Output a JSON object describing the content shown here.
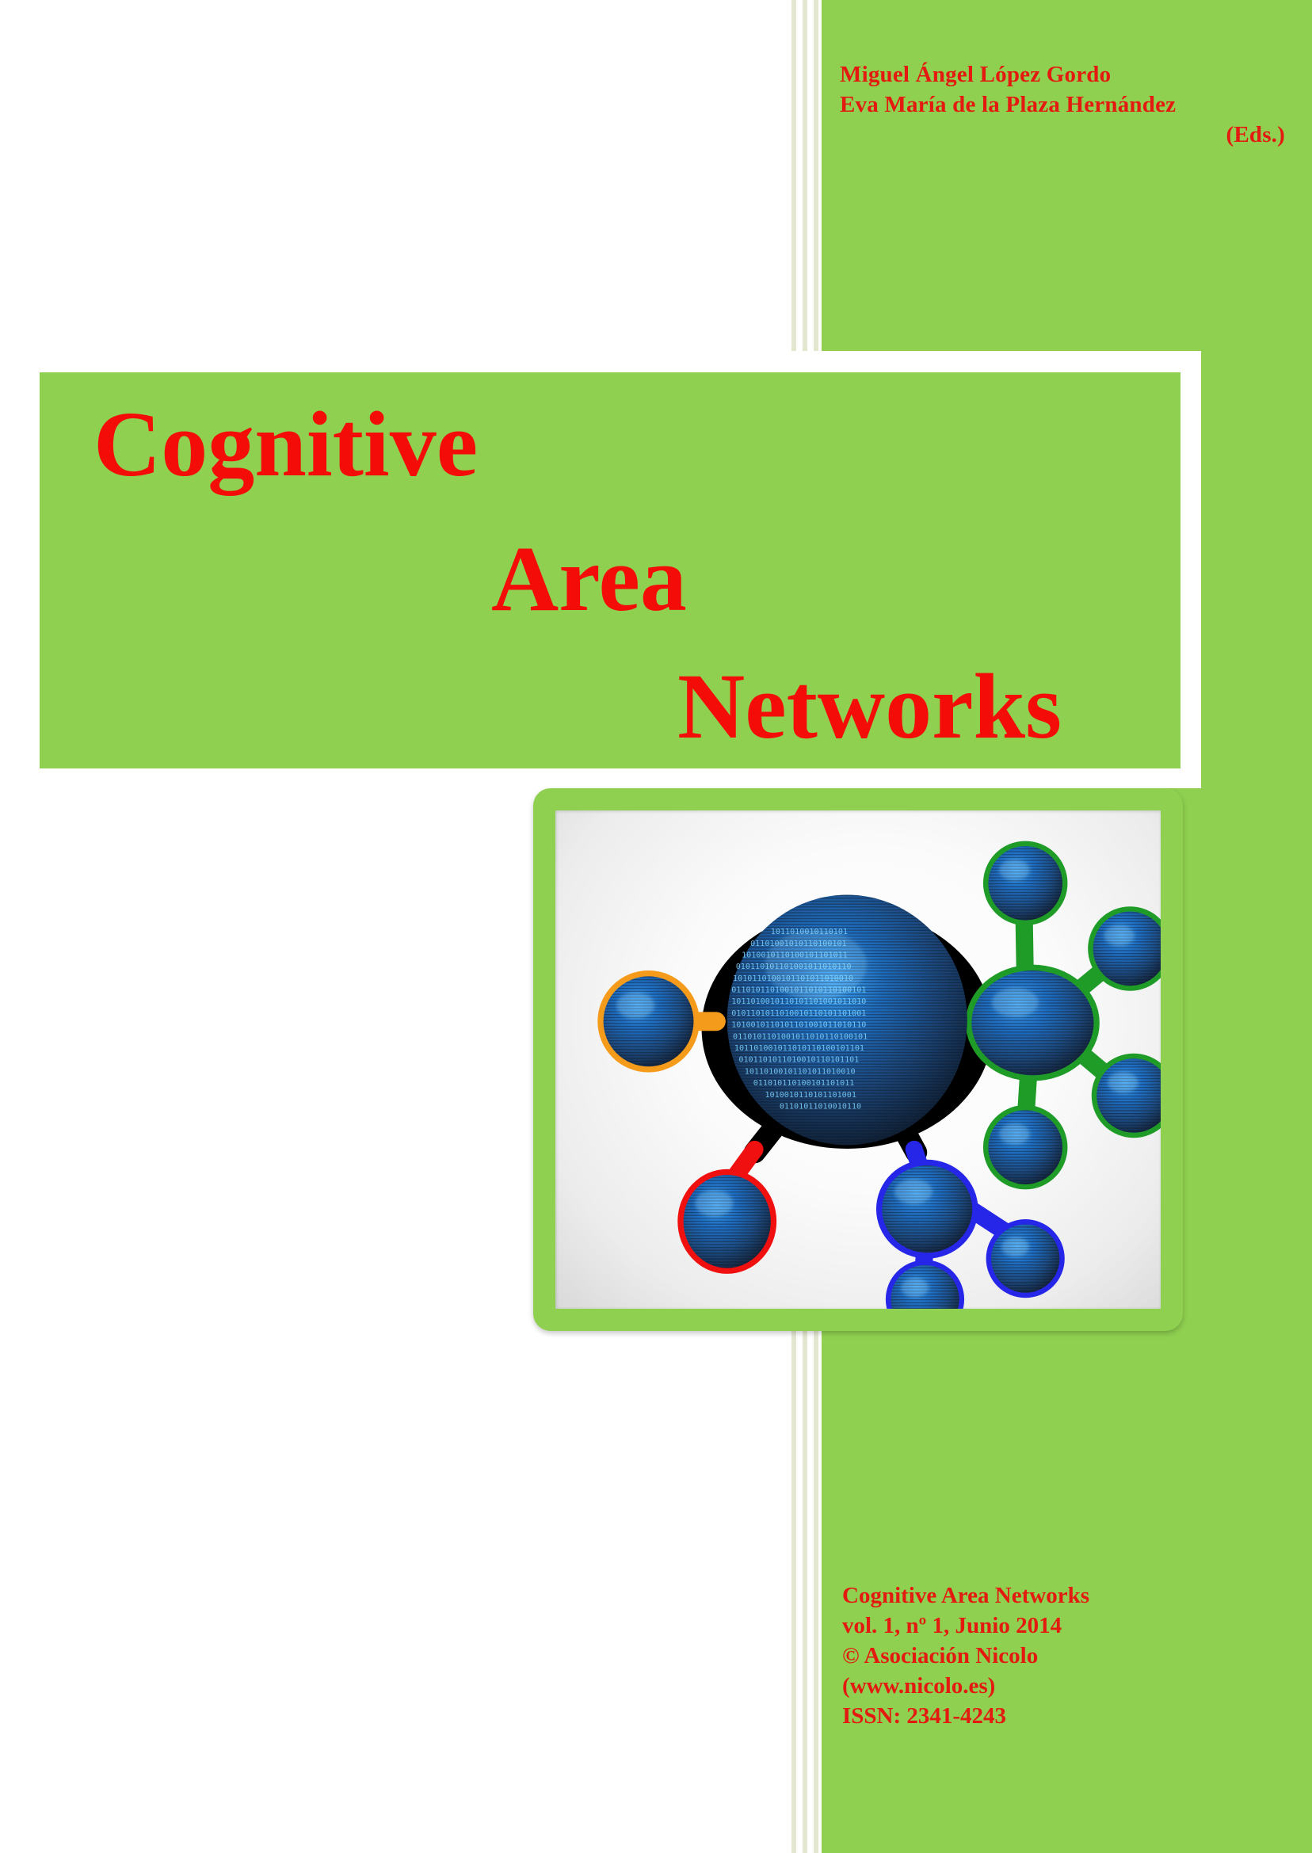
{
  "colors": {
    "green_panel": "#8fd050",
    "title_red": "#f40d08",
    "text_red": "#e41a10",
    "stripe": "#e3e7d0",
    "page_white": "#ffffff"
  },
  "editors": {
    "name_1": "Miguel Ángel López Gordo",
    "name_2": "Eva María de la Plaza Hernández",
    "role": "(Eds.)"
  },
  "title": {
    "line_1": "Cognitive",
    "line_2": "Area",
    "line_3": "Networks"
  },
  "cover_image": {
    "alt": "network-of-binary-code-spheres",
    "central_node_label": "binary-data-sphere",
    "branch_colors": {
      "orange": "#f59b1c",
      "red": "#f01010",
      "green": "#1f9b28",
      "blue": "#2626e8",
      "hub": "#000000"
    }
  },
  "footer": {
    "line_1": "Cognitive Area Networks",
    "line_2": "vol. 1, nº 1, Junio 2014",
    "line_3": "© Asociación Nicolo",
    "line_4": "(www.nicolo.es)",
    "line_5": "ISSN: 2341-4243"
  }
}
